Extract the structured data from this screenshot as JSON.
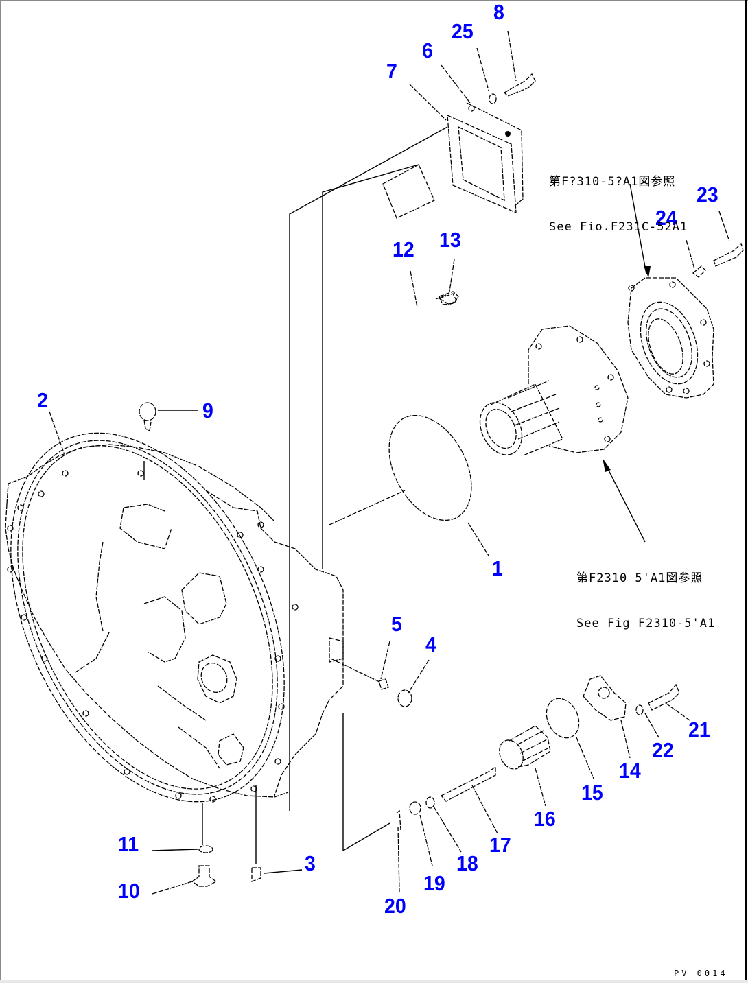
{
  "diagram": {
    "type": "exploded-parts-diagram",
    "callouts": [
      {
        "id": "1",
        "label": "1"
      },
      {
        "id": "2",
        "label": "2"
      },
      {
        "id": "3",
        "label": "3"
      },
      {
        "id": "4",
        "label": "4"
      },
      {
        "id": "5",
        "label": "5"
      },
      {
        "id": "6",
        "label": "6"
      },
      {
        "id": "7",
        "label": "7"
      },
      {
        "id": "8",
        "label": "8"
      },
      {
        "id": "9",
        "label": "9"
      },
      {
        "id": "10",
        "label": "10"
      },
      {
        "id": "11",
        "label": "11"
      },
      {
        "id": "12",
        "label": "12"
      },
      {
        "id": "13",
        "label": "13"
      },
      {
        "id": "14",
        "label": "14"
      },
      {
        "id": "15",
        "label": "15"
      },
      {
        "id": "16",
        "label": "16"
      },
      {
        "id": "17",
        "label": "17"
      },
      {
        "id": "18",
        "label": "18"
      },
      {
        "id": "19",
        "label": "19"
      },
      {
        "id": "20",
        "label": "20"
      },
      {
        "id": "21",
        "label": "21"
      },
      {
        "id": "22",
        "label": "22"
      },
      {
        "id": "23",
        "label": "23"
      },
      {
        "id": "24",
        "label": "24"
      },
      {
        "id": "25",
        "label": "25"
      }
    ],
    "references": [
      {
        "line1": "第F?310-5?A1図参照",
        "line2": "See Fio.F231C-52A1"
      },
      {
        "line1": "第F2310 5'A1図参照",
        "line2": "See Fig F2310-5'A1"
      }
    ],
    "drawing_code": "PV_0014",
    "callout_color": "#0000ff"
  }
}
